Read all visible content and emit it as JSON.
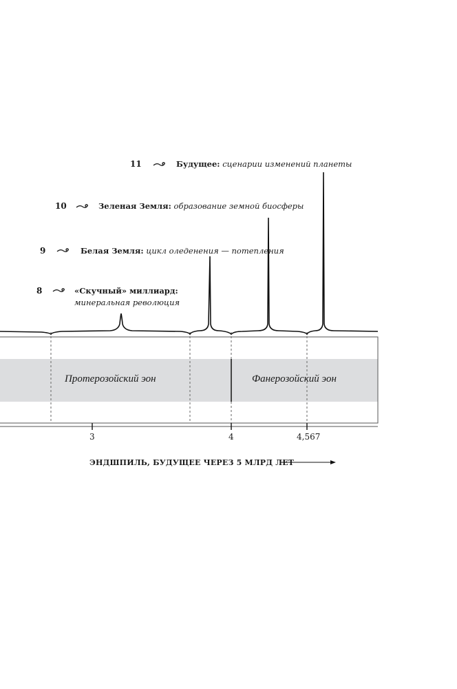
{
  "events": [
    {
      "number": "8",
      "title": "«Скучный» миллиард:",
      "subtitle": "минеральная революция"
    },
    {
      "number": "9",
      "title": "Белая Земля:",
      "subtitle": "цикл оледенения — потепления"
    },
    {
      "number": "10",
      "title": "Зеленая Земля:",
      "subtitle": "образование земной биосферы"
    },
    {
      "number": "11",
      "title": "Будущее:",
      "subtitle": "сценарии изменений планеты"
    }
  ],
  "eons": [
    "Протерозойский эон",
    "Фанерозойский эон"
  ],
  "ticks": [
    "3",
    "4",
    "4,567"
  ],
  "axis_title": "ЭНДШПИЛЬ, БУДУЩЕЕ ЧЕРЕЗ 5 МЛРД ЛЕТ",
  "colors": {
    "band": "#dcdddf",
    "ink": "#1a1a1a"
  }
}
